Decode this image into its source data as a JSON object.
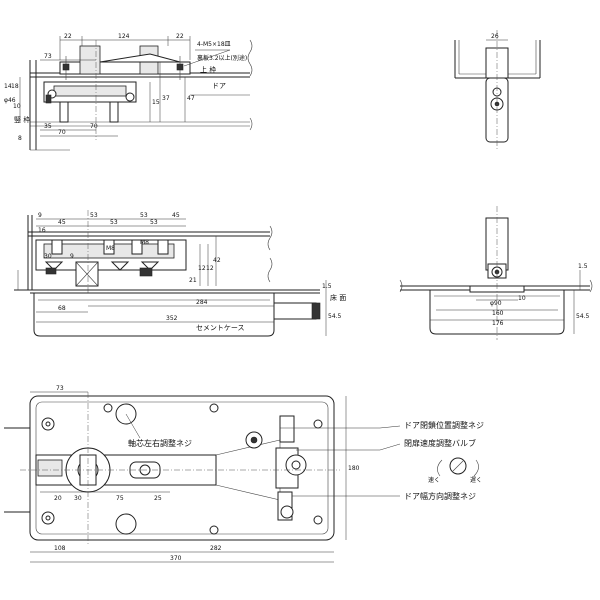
{
  "view_top_left": {
    "dims": {
      "d22a": "22",
      "d124": "124",
      "d22b": "22",
      "d73": "73",
      "d14": "14",
      "d18": "18",
      "d46": "φ46",
      "d10": "10",
      "d8": "8",
      "d35": "35",
      "d70a": "70",
      "d70b": "70",
      "d15": "15",
      "d37": "37",
      "d47": "47"
    },
    "labels": {
      "screw_spec": "4-M5×18皿",
      "screw_note": "裏板3.2以上(別途)",
      "door": "ドア",
      "upper_frame": "上 枠",
      "vertical_frame": "竪 枠"
    }
  },
  "view_top_right": {
    "dims": {
      "d26": "26"
    }
  },
  "view_mid_left": {
    "dims": {
      "d9": "9",
      "d45a": "45",
      "d53a": "53",
      "d53b": "53",
      "d45b": "45",
      "d53c": "53",
      "d53d": "53",
      "d30": "30",
      "d21": "21",
      "d12a": "12",
      "d12b": "12",
      "d42": "42",
      "d15": "1.5",
      "d68": "68",
      "d284": "284",
      "d352": "352",
      "d545": "54.5",
      "m8a": "M8",
      "m8b": "M8",
      "d9b": "9",
      "d16": "16"
    },
    "labels": {
      "floor": "床 面",
      "cement_case": "セメントケース"
    }
  },
  "view_mid_right": {
    "dims": {
      "d15": "1.5",
      "d90": "φ90",
      "d160": "160",
      "d176": "176",
      "d545": "54.5",
      "d10": "10"
    }
  },
  "view_bottom": {
    "dims": {
      "d73": "73",
      "d20": "20",
      "d30": "30",
      "d75": "75",
      "d25": "25",
      "d108": "108",
      "d282": "282",
      "d370": "370",
      "d180": "180"
    },
    "labels": {
      "axis_adjust": "軸芯左右調整ネジ",
      "close_pos_adjust": "ドア閉鎖位置調整ネジ",
      "speed_valve": "閉扉速度調整バルブ",
      "width_adjust": "ドア幅方向調整ネジ",
      "fast": "速く",
      "slow": "遅く"
    }
  }
}
